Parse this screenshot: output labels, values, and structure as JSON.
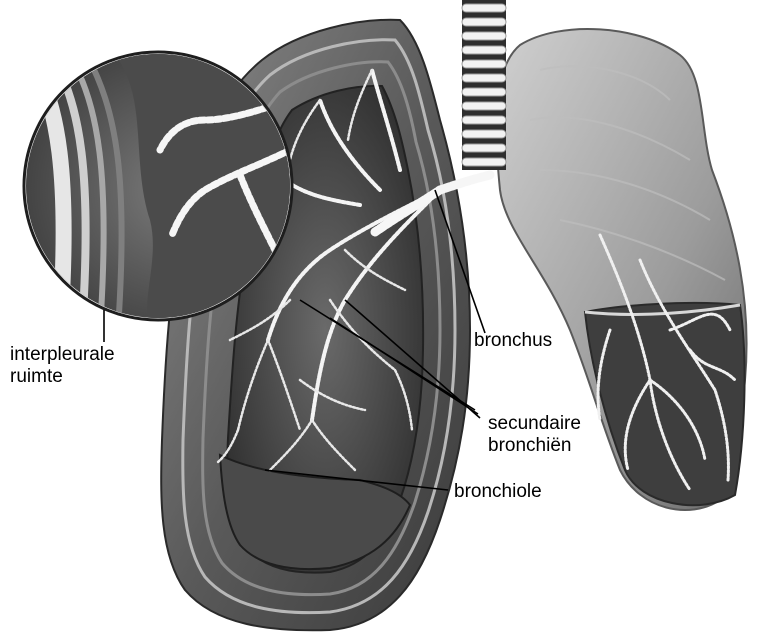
{
  "labels": {
    "interpleural": {
      "line1": "interpleurale",
      "line2": "ruimte"
    },
    "bronchus": "bronchus",
    "secondary": {
      "line1": "secundaire",
      "line2": "bronchiën"
    },
    "bronchiole": "bronchiole"
  },
  "colors": {
    "background": "#ffffff",
    "tissue_dark": "#3a3a3a",
    "tissue_mid": "#6e6e6e",
    "tissue_light": "#a9a9a9",
    "airway": "#f2f2f2",
    "leader_line": "#000000"
  }
}
